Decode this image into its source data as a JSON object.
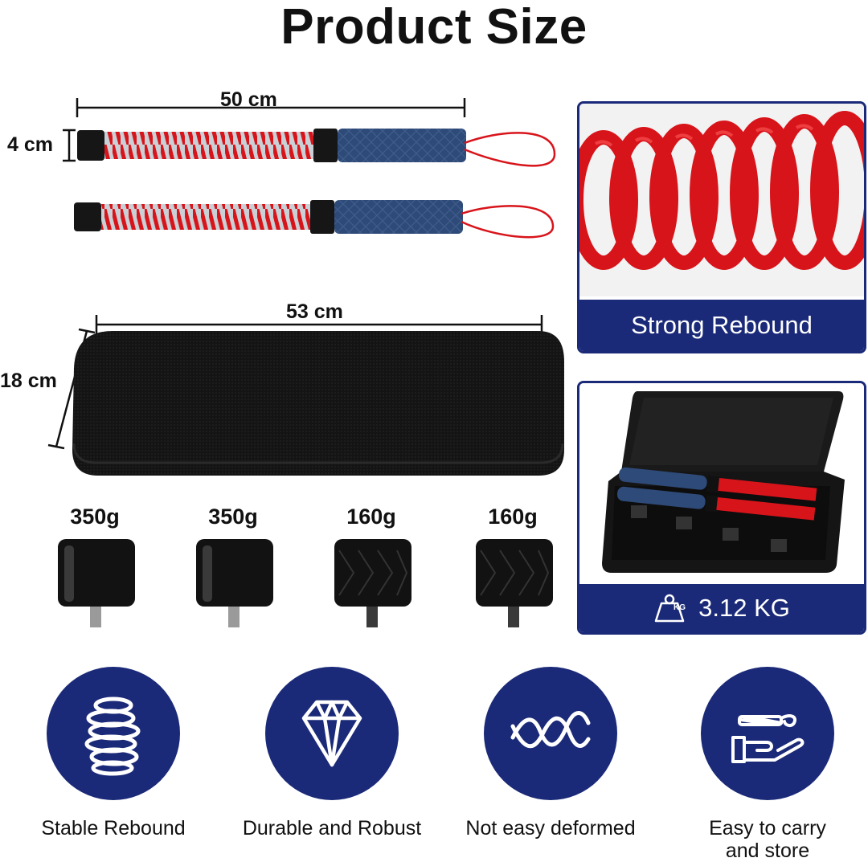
{
  "title": "Product Size",
  "dimensions": {
    "stick_length": "50 cm",
    "stick_diameter": "4 cm",
    "case_length": "53 cm",
    "case_width": "18 cm"
  },
  "panels": {
    "rebound": {
      "label": "Strong Rebound"
    },
    "weight": {
      "label": "3.12 KG",
      "icon_text": "KG",
      "icon": "weight-icon"
    }
  },
  "weights": [
    {
      "label": "350g"
    },
    {
      "label": "350g"
    },
    {
      "label": "160g"
    },
    {
      "label": "160g"
    }
  ],
  "features": [
    {
      "label": "Stable Rebound",
      "icon": "spring-icon"
    },
    {
      "label": "Durable and Robust",
      "icon": "diamond-icon"
    },
    {
      "label": "Not easy deformed",
      "icon": "wave-icon"
    },
    {
      "label_line1": "Easy to carry",
      "label_line2": "and store",
      "icon": "hand-carry-icon"
    }
  ],
  "colors": {
    "navy": "#1b2a78",
    "spring_red": "#d8141b",
    "handle_blue": "#2e4a78",
    "black": "#111111"
  }
}
